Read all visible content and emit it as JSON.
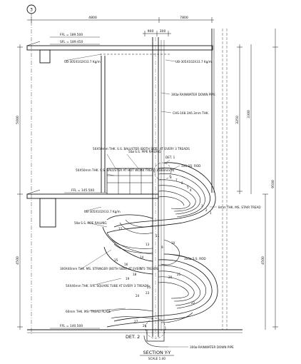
{
  "grid_marker": "3",
  "dimensions": {
    "top_left": "4800",
    "top_right": "7800",
    "top_mid_a": "900",
    "top_mid_b": "300",
    "left_upper": "5000",
    "left_lower": "4500",
    "right_upper_a": "3250",
    "right_upper_b": "3300",
    "right_total": "9500",
    "right_lower": "4500"
  },
  "levels": {
    "top_ffl": "FFL = 189.500",
    "top_sub": "SFL = 189.450",
    "mid_ffl": "FFL = 145.500",
    "bottom_ffl": "FFL = 140.500"
  },
  "annotations": [
    "UB-305X102X33.7 Kg/m",
    "UB-305X102X33.7 Kg/m",
    "300ø RAINWATER DOWN PIPE",
    "CHS-168.3X6.3mm THK.",
    "50X50mm THK. S.S. BALUSTER (BOTH SIDE) AT EVERY 3 TREADS",
    "50ø S.S. PIPE RAILING",
    "DET. 1",
    "100 SQ. ROD",
    "50X50mm THK. S.S. BALUSTER AT HOT WORK TREAD 1500mm(H)",
    "UB-305X102X33.7 Kg/m",
    "50ø S.S. PIPE RAILING",
    "300X40mm THK. MS. STRINGER (BOTH SIDE) AT EVERY 3 TREADS",
    "8mm THK. MS. STAIR TREAD",
    "300ø S.S. ROD",
    "50X40mm THK. S.S. SQUARE TUBE AT EVERY 3 TREADS",
    "60mm THK. MS. TREAD PLATE",
    "DET. 2",
    "300ø RAINWATER DOWN PIPE"
  ],
  "tread_numbers": [
    "1",
    "2",
    "3",
    "4",
    "5",
    "6",
    "7",
    "8",
    "9",
    "10",
    "11",
    "12",
    "13",
    "14",
    "15",
    "16",
    "17",
    "18",
    "19",
    "20",
    "21",
    "22",
    "23",
    "24",
    "25",
    "26",
    "27"
  ],
  "section_title": "SECTION Y-Y",
  "section_scale": "SCALE 1:40"
}
